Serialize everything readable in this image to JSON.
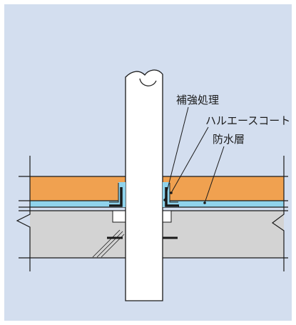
{
  "labels": {
    "reinforcement": "補強処理",
    "coat": "ハルエースコート",
    "waterproof_layer": "防水層"
  },
  "colors": {
    "background_panel": "#d3deef",
    "finish_layer": "#f0a150",
    "waterproof_layer": "#8fd3ec",
    "slab": "#d3d3d3",
    "outline": "#1a1a1a",
    "pipe": "#ffffff"
  }
}
